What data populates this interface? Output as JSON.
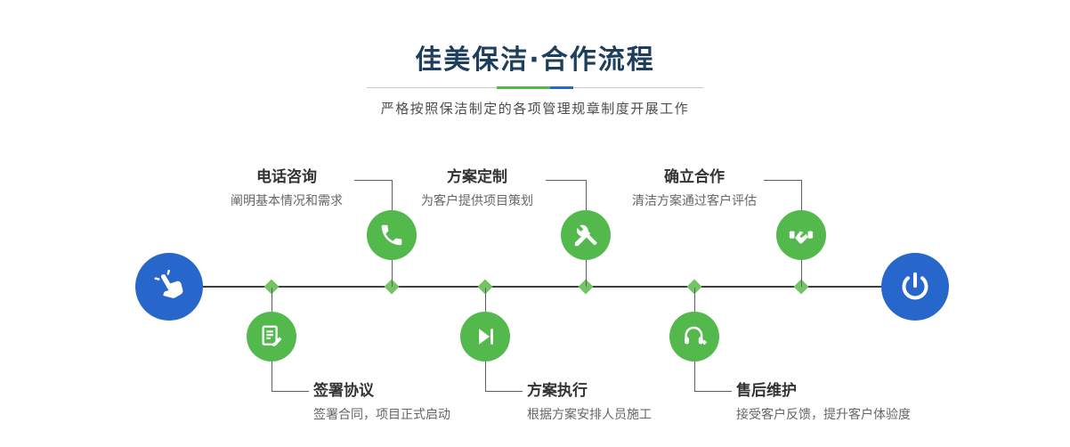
{
  "page": {
    "title": "佳美保洁·合作流程",
    "subtitle": "严格按照保洁制定的各项管理规章制度开展工作"
  },
  "colors": {
    "title_navy": "#1d3e5c",
    "accent_green": "#53b94c",
    "diamond_green": "#74c465",
    "accent_blue": "#2766cb"
  },
  "flow": {
    "start_icon": "hand-pointer-icon",
    "end_icon": "power-icon",
    "top_steps": [
      {
        "title": "电话咨询",
        "desc": "阐明基本情况和需求",
        "icon": "phone-icon"
      },
      {
        "title": "方案定制",
        "desc": "为客户提供项目策划",
        "icon": "pencil-wrench-icon"
      },
      {
        "title": "确立合作",
        "desc": "清洁方案通过客户评估",
        "icon": "handshake-icon"
      }
    ],
    "bottom_steps": [
      {
        "title": "签署协议",
        "desc": "签署合同，项目正式启动",
        "icon": "contract-icon"
      },
      {
        "title": "方案执行",
        "desc": "根据方案安排人员施工",
        "icon": "play-icon"
      },
      {
        "title": "售后维护",
        "desc": "接受客户反馈，提升客户体验度",
        "icon": "headset-icon"
      }
    ]
  }
}
